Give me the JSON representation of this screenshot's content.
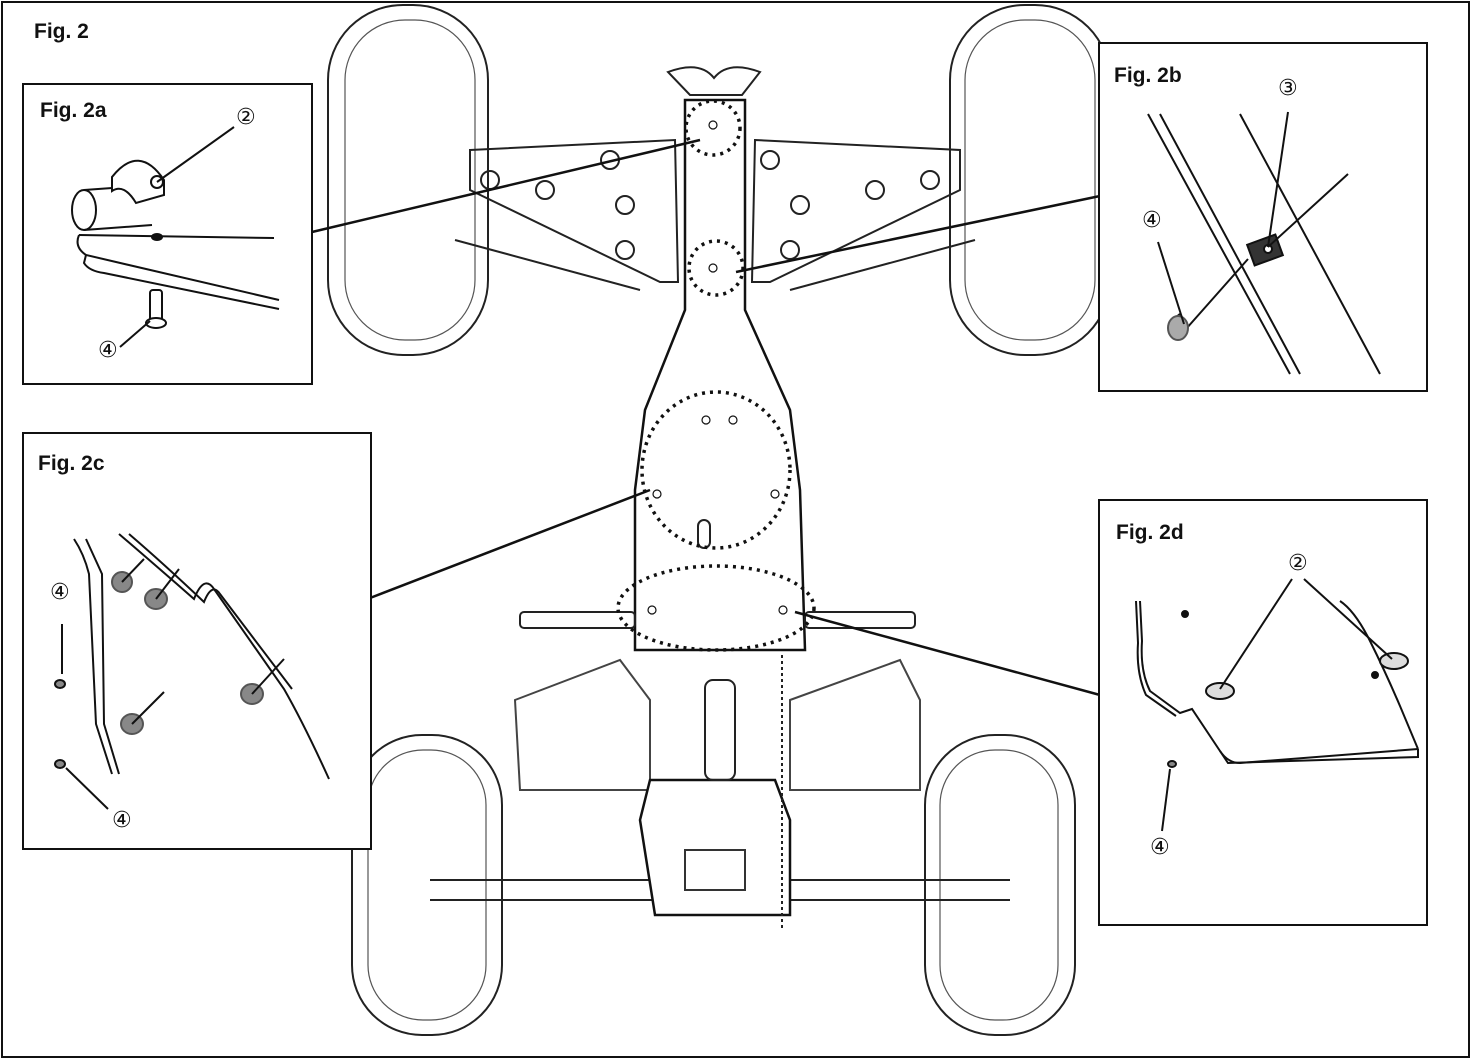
{
  "figure": {
    "title": "Fig. 2",
    "insets": {
      "a": {
        "title": "Fig. 2a",
        "callouts": [
          "②",
          "④"
        ]
      },
      "b": {
        "title": "Fig. 2b",
        "callouts": [
          "③",
          "④"
        ]
      },
      "c": {
        "title": "Fig. 2c",
        "callouts": [
          "④",
          "④"
        ]
      },
      "d": {
        "title": "Fig. 2d",
        "callouts": [
          "②",
          "④"
        ]
      }
    }
  },
  "colors": {
    "line": "#111111",
    "dotted": "#111111",
    "bg": "#ffffff",
    "part": "#999999"
  }
}
